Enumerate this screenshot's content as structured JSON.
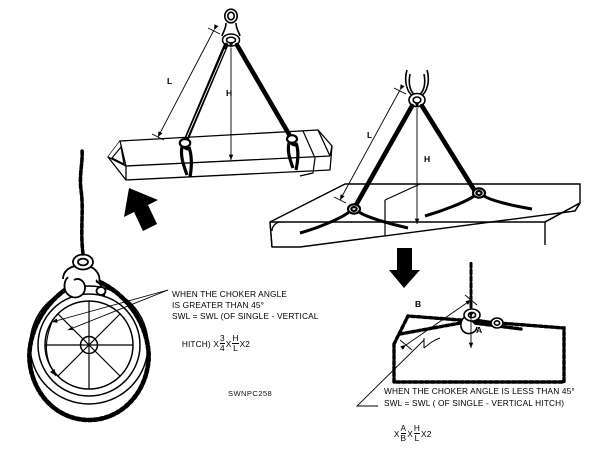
{
  "figure": {
    "code": "SWNPC258",
    "background_color": "#ffffff",
    "ink_color": "#000000"
  },
  "diagrams": {
    "top_left": {
      "name": "triangular-beam-basket-hitch",
      "leg_label": "L",
      "height_label": "H"
    },
    "top_right": {
      "name": "flat-slab-basket-hitch",
      "leg_label": "L",
      "height_label": "H"
    },
    "bottom_left": {
      "name": "wheel-choker-hitch"
    },
    "bottom_right": {
      "name": "block-choker-hitch",
      "span_label": "B",
      "rise_label": "A"
    }
  },
  "notes": {
    "greater_than": {
      "line1": "WHEN THE CHOKER ANGLE",
      "line2": "IS GREATER THAN 45°",
      "line3": "SWL = SWL (OF SINGLE - VERTICAL",
      "line4_prefix": "HITCH)",
      "line4_mult": "X",
      "frac1_num": "3",
      "frac1_den": "4",
      "between": "X",
      "frac2_num": "H",
      "frac2_den": "L",
      "suffix": "X2"
    },
    "less_than": {
      "line1": "WHEN THE CHOKER ANGLE IS LESS THAN 45°",
      "line2": "SWL = SWL ( OF SINGLE - VERTICAL HITCH)",
      "line3_mult": "X",
      "frac1_num": "A",
      "frac1_den": "B",
      "between": "X",
      "frac2_num": "H",
      "frac2_den": "L",
      "suffix": "X2"
    }
  }
}
